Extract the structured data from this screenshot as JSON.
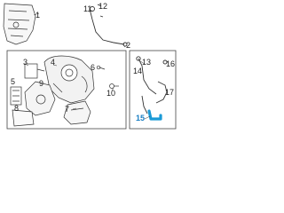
{
  "diagram": {
    "callouts": [
      "1",
      "2",
      "3",
      "4",
      "5",
      "6",
      "7",
      "8",
      "9",
      "10",
      "11",
      "12",
      "13",
      "14",
      "15",
      "16",
      "17"
    ],
    "highlighted_callout": "15",
    "highlight_color": "#1a9ad6",
    "line_color": "#333333"
  }
}
